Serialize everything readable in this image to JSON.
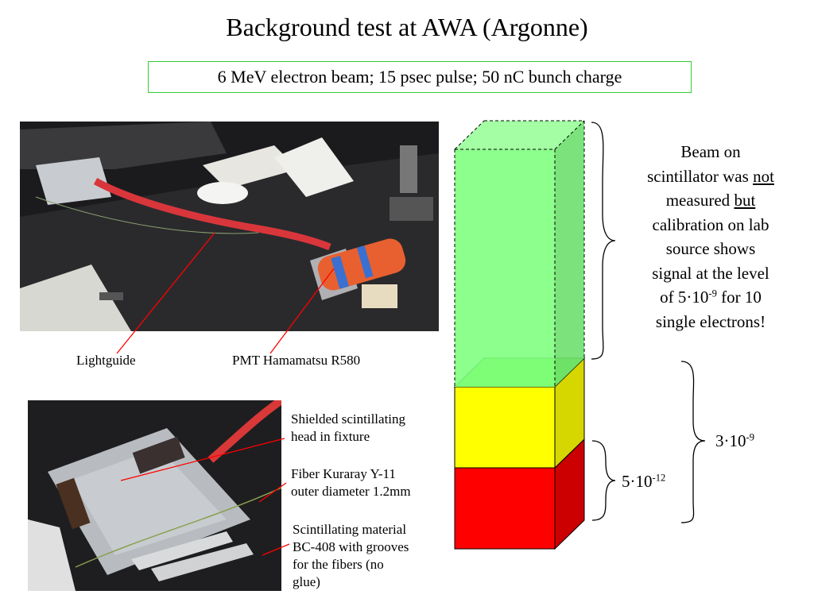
{
  "title": "Background test at AWA (Argonne)",
  "subtitle": "6 MeV electron beam; 15 psec pulse; 50 nC bunch charge",
  "photo_labels": {
    "lightguide": "Lightguide",
    "pmt": "PMT Hamamatsu R580"
  },
  "photo2_notes": {
    "head_line1": "Shielded scintillating",
    "head_line2": "head in fixture",
    "fiber_line1": "Fiber Kuraray Y-11",
    "fiber_line2": "outer diameter 1.2mm",
    "material_line1": "Scintillating material",
    "material_line2": "BC-408 with grooves",
    "material_line3": "for the fibers (no",
    "material_line4": "glue)"
  },
  "beam_note": {
    "l1": "Beam on",
    "l2a": "scintillator was ",
    "l2b": "not",
    "l3a": "measured ",
    "l3b": "but",
    "l4": "calibration on lab",
    "l5": "source shows",
    "l6": "signal at the level",
    "l7a": "of 5·10",
    "l7exp": "-9",
    "l7b": " for 10",
    "l8": "single electrons!"
  },
  "levels": {
    "red_base": "5·10",
    "red_exp": "-12",
    "yellow_base": "3·10",
    "yellow_exp": "-9"
  },
  "colors": {
    "green_box": "#33cc33",
    "green_block": "#80ff80",
    "yellow_block": "#ffff00",
    "red_block": "#ff0000",
    "annotation_line": "#ff0000"
  }
}
